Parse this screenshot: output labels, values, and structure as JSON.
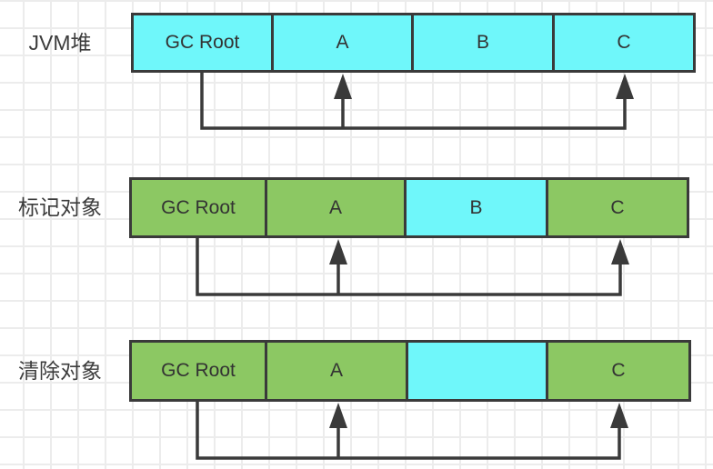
{
  "diagram": {
    "topic": "JVM mark-and-sweep garbage collection",
    "colors": {
      "cyan_fill": "#6ff7fa",
      "green_fill": "#8cc863",
      "border": "#3a3a3a",
      "arrow": "#3a3a3a",
      "text": "#333333",
      "label_text": "#3c3c3c",
      "grid_line": "#ececec",
      "background": "#ffffff"
    },
    "rows": [
      {
        "label": "JVM堆",
        "cells": [
          {
            "text": "GC Root",
            "fill": "cyan"
          },
          {
            "text": "A",
            "fill": "cyan"
          },
          {
            "text": "B",
            "fill": "cyan"
          },
          {
            "text": "C",
            "fill": "cyan"
          }
        ],
        "arrows": [
          "GC Root -> A",
          "GC Root -> C"
        ]
      },
      {
        "label": "标记对象",
        "cells": [
          {
            "text": "GC Root",
            "fill": "green"
          },
          {
            "text": "A",
            "fill": "green"
          },
          {
            "text": "B",
            "fill": "cyan"
          },
          {
            "text": "C",
            "fill": "green"
          }
        ],
        "arrows": [
          "GC Root -> A",
          "GC Root -> C"
        ]
      },
      {
        "label": "清除对象",
        "cells": [
          {
            "text": "GC Root",
            "fill": "green"
          },
          {
            "text": "A",
            "fill": "green"
          },
          {
            "text": "",
            "fill": "cyan"
          },
          {
            "text": "C",
            "fill": "green"
          }
        ],
        "arrows": [
          "GC Root -> A",
          "GC Root -> C"
        ]
      }
    ]
  }
}
